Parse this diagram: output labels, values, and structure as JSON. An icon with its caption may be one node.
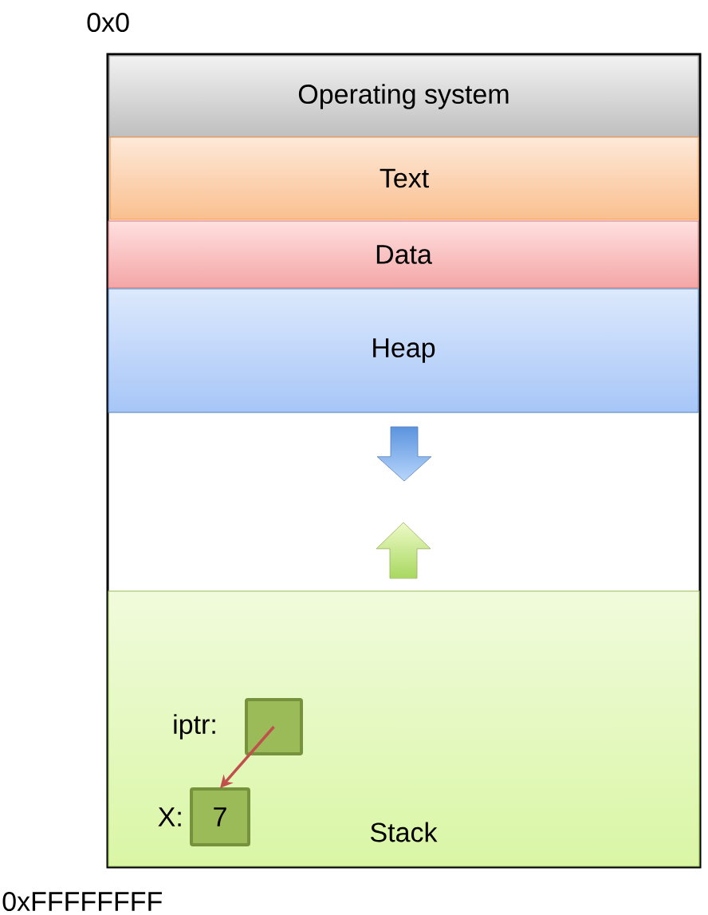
{
  "diagram": {
    "nodes": [
      {
        "text": [],
        "shape": "box"
      },
      {
        "text": [
          "Operating system"
        ],
        "in": 0
      },
      {
        "text": [
          "Text"
        ],
        "in": 0
      },
      {
        "text": [
          "Data"
        ],
        "in": 0
      },
      {
        "text": [
          "Heap"
        ],
        "in": 0
      },
      {
        "text": [],
        "shape": "arrow",
        "in": 0
      },
      {
        "text": [],
        "shape": "arrow",
        "in": 0
      },
      {
        "text": [
          "Stack"
        ],
        "in": 0
      },
      {
        "text": [],
        "shape": "box",
        "in": 7,
        "beside": [
          "iptr:"
        ]
      },
      {
        "text": [
          "7"
        ],
        "in": 7,
        "beside": [
          "X:"
        ]
      }
    ],
    "edges": [
      {
        "from": 8,
        "to": 9,
        "arrow": "to",
        "color": "#c0504d"
      }
    ],
    "labels": [
      "0x0",
      "0xFFFFFFFF"
    ]
  }
}
